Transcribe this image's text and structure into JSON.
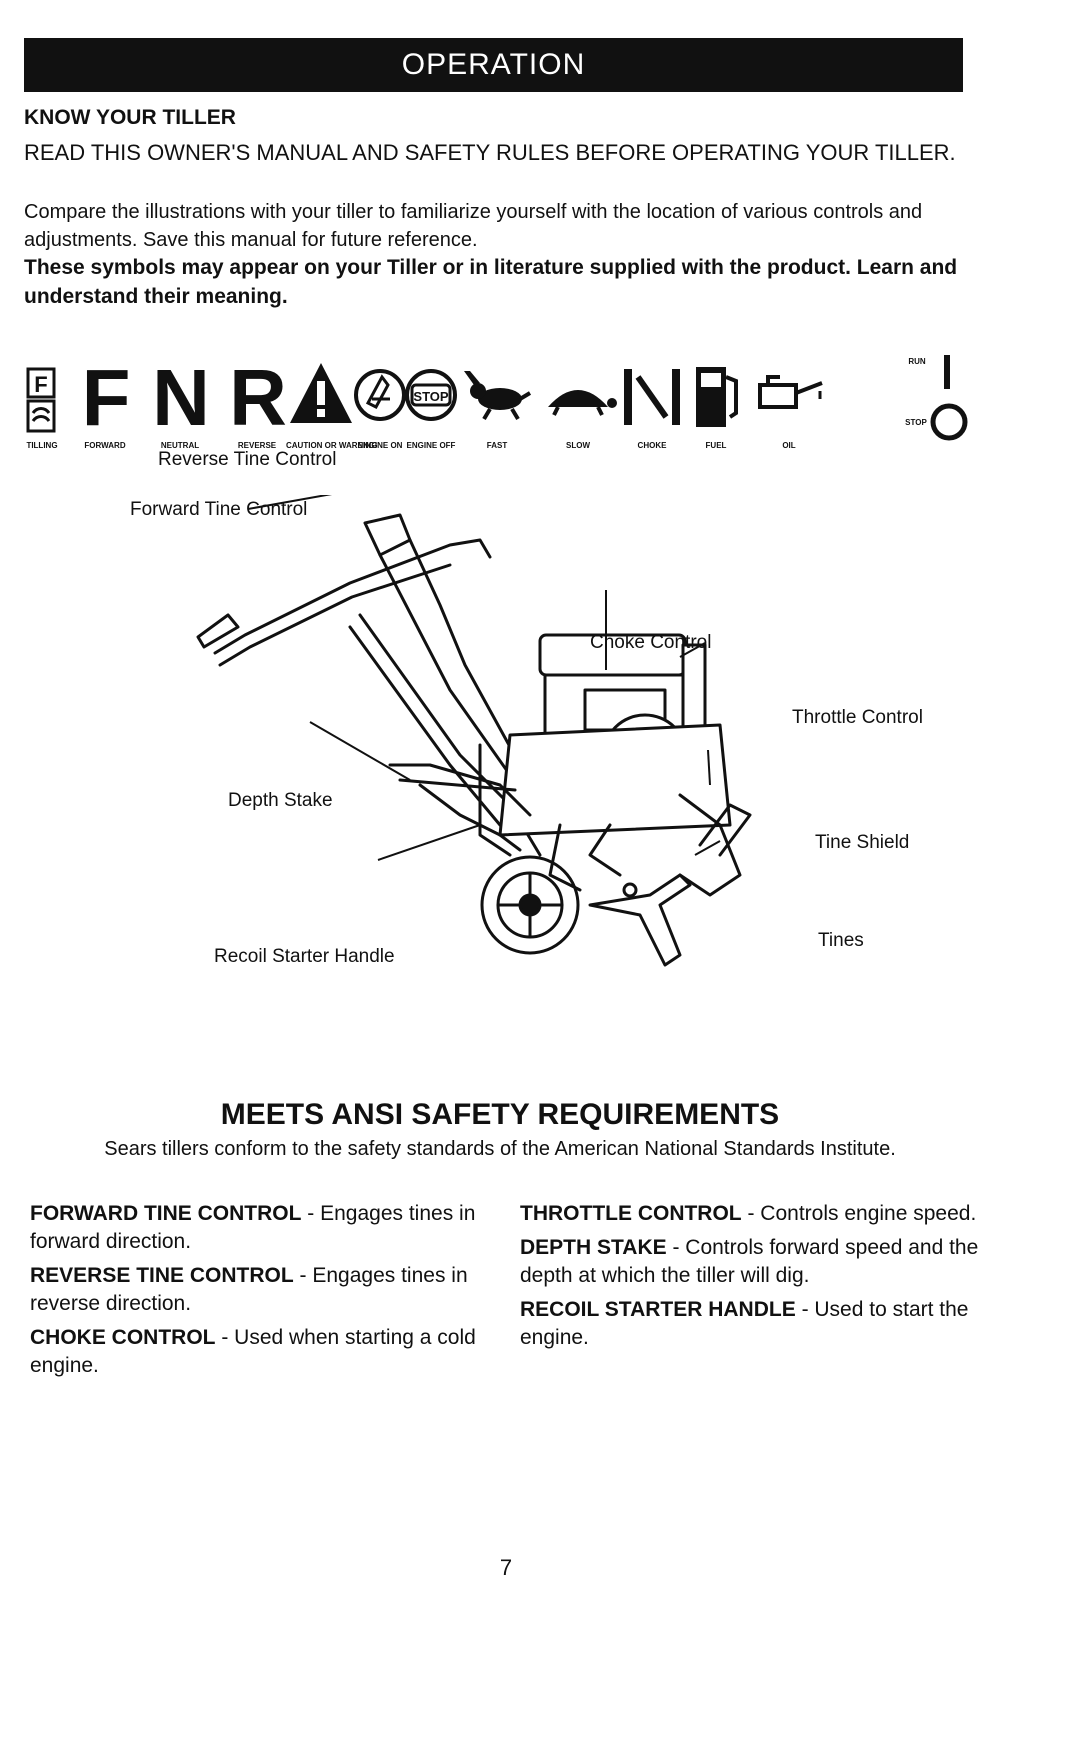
{
  "banner": "OPERATION",
  "heading": "KNOW YOUR TILLER",
  "read_notice": "READ THIS OWNER'S MANUAL AND SAFETY RULES BEFORE OPERATING YOUR TILLER.",
  "compare_text": "Compare the illustrations with your tiller to familiarize yourself with the location of various controls and adjustments. Save this manual for future reference.",
  "symbols_text": "These symbols may appear on your Tiller or in literature supplied with the product. Learn and understand their meaning.",
  "symbols": {
    "tilling": {
      "label": "TILLING",
      "icon": "tilling-icon"
    },
    "forward": {
      "label": "FORWARD",
      "glyph": "F"
    },
    "neutral": {
      "label": "NEUTRAL",
      "glyph": "N"
    },
    "reverse": {
      "label": "REVERSE",
      "glyph": "R"
    },
    "caution": {
      "label": "CAUTION OR WARNING",
      "icon": "warning-triangle-icon"
    },
    "engine_on": {
      "label": "ENGINE ON",
      "icon": "engine-on-icon"
    },
    "engine_off": {
      "label": "ENGINE OFF",
      "icon": "stop-icon",
      "sign_text": "STOP"
    },
    "fast": {
      "label": "FAST",
      "icon": "rabbit-icon"
    },
    "slow": {
      "label": "SLOW",
      "icon": "turtle-icon"
    },
    "choke": {
      "label": "CHOKE",
      "icon": "choke-icon"
    },
    "fuel": {
      "label": "FUEL",
      "icon": "fuel-pump-icon"
    },
    "oil": {
      "label": "OIL",
      "icon": "oil-can-icon"
    },
    "run": {
      "label": "RUN",
      "icon": "run-line-icon"
    },
    "stop": {
      "label": "STOP",
      "icon": "stop-circle-icon"
    }
  },
  "diagram": {
    "reverse_tine_control": "Reverse Tine Control",
    "forward_tine_control": "Forward Tine Control",
    "choke_control": "Choke Control",
    "throttle_control": "Throttle Control",
    "depth_stake": "Depth Stake",
    "tine_shield": "Tine Shield",
    "recoil_starter_handle": "Recoil Starter Handle",
    "tines": "Tines"
  },
  "ansi": {
    "title": "MEETS ANSI SAFETY REQUIREMENTS",
    "text": "Sears tillers conform to the safety standards of the American National Standards Institute."
  },
  "definitions": {
    "forward_tine": {
      "term": "FORWARD TINE CONTROL",
      "desc": " - Engages tines in forward direction."
    },
    "reverse_tine": {
      "term": "REVERSE TINE CONTROL",
      "desc": " - Engages tines in reverse direction."
    },
    "choke": {
      "term": "CHOKE CONTROL",
      "desc": " - Used when starting a cold engine."
    },
    "throttle": {
      "term": "THROTTLE CONTROL",
      "desc": " - Controls engine speed."
    },
    "depth_stake": {
      "term": "DEPTH STAKE",
      "desc": " - Controls forward speed and the depth at which the tiller will dig."
    },
    "recoil": {
      "term": "RECOIL STARTER HANDLE",
      "desc": " - Used to start the engine."
    }
  },
  "page_number": "7"
}
